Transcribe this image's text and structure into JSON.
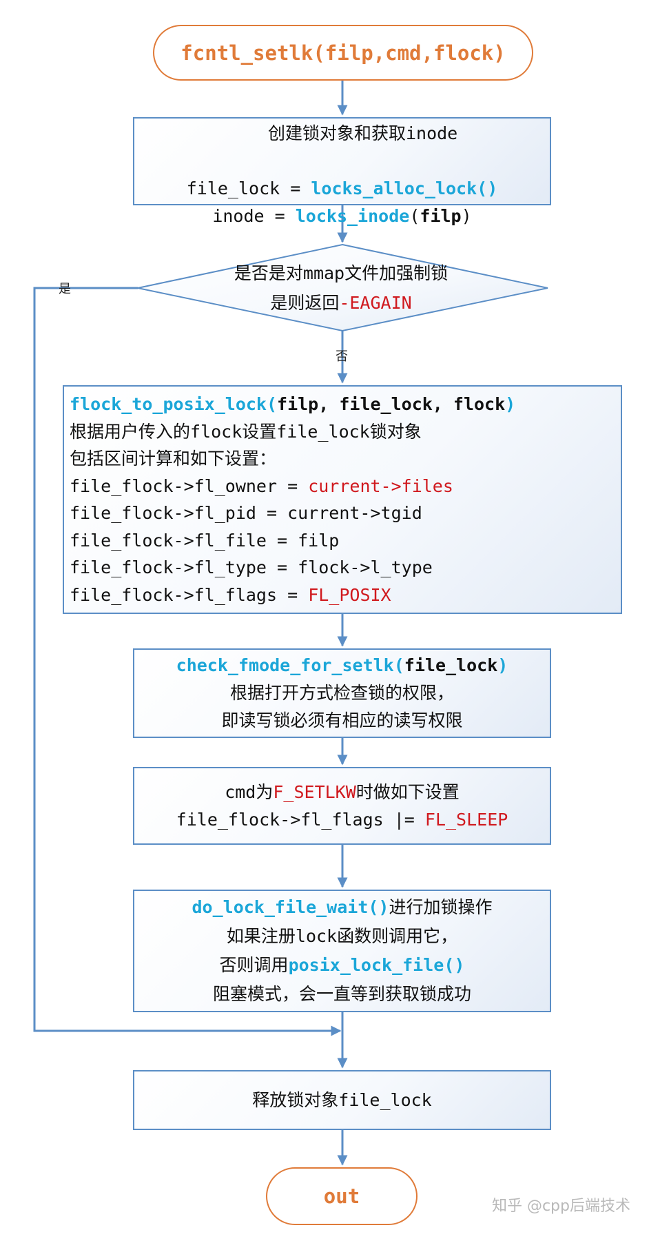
{
  "start_label": "fcntl_setlk(filp,cmd,flock)",
  "box1": {
    "line1": "创建锁对象和获取inode",
    "line2_prefix": "file_lock = ",
    "line2_func": "locks_alloc_lock()",
    "line3_prefix": "inode = ",
    "line3_func": "locks_inode",
    "line3_open": "(",
    "line3_arg": "filp",
    "line3_close": ")"
  },
  "decision": {
    "line1": "是否是对mmap文件加强制锁",
    "line2_prefix": "是则返回",
    "line2_code": "-EAGAIN",
    "yes_label": "是",
    "no_label": "否"
  },
  "box2": {
    "func": "flock_to_posix_lock(",
    "args": "filp, file_lock, flock",
    "close": ")",
    "desc1": "根据用户传入的flock设置file_lock锁对象",
    "desc2": "包括区间计算和如下设置：",
    "owner_prefix": "file_flock->fl_owner = ",
    "owner_value": "current->files",
    "pid_line": "file_flock->fl_pid = current->tgid",
    "file_line": "file_flock->fl_file = filp",
    "type_line": "file_flock->fl_type = flock->l_type",
    "flags_prefix": "file_flock->fl_flags = ",
    "flags_value": "FL_POSIX"
  },
  "box3": {
    "func": "check_fmode_for_setlk(",
    "arg": "file_lock",
    "close": ")",
    "desc1": "根据打开方式检查锁的权限，",
    "desc2": "即读写锁必须有相应的读写权限"
  },
  "box4": {
    "prefix": "cmd为",
    "code": "F_SETLKW",
    "suffix": "时做如下设置",
    "line2_prefix": "file_flock->fl_flags |= ",
    "line2_value": "FL_SLEEP"
  },
  "box5": {
    "func": "do_lock_file_wait()",
    "suffix": "进行加锁操作",
    "line2": "如果注册lock函数则调用它，",
    "line3_prefix": "否则调用",
    "line3_func": "posix_lock_file()",
    "line4": "阻塞模式，会一直等到获取锁成功"
  },
  "box6": {
    "prefix": "释放锁对象",
    "code": "file_lock"
  },
  "end_label": "out",
  "watermark": "知乎 @cpp后端技术",
  "colors": {
    "border": "#5b8ec6",
    "arrow": "#5b8ec6",
    "terminal": "#e07b39",
    "function": "#1ba6d8",
    "highlight": "#d0191e"
  }
}
